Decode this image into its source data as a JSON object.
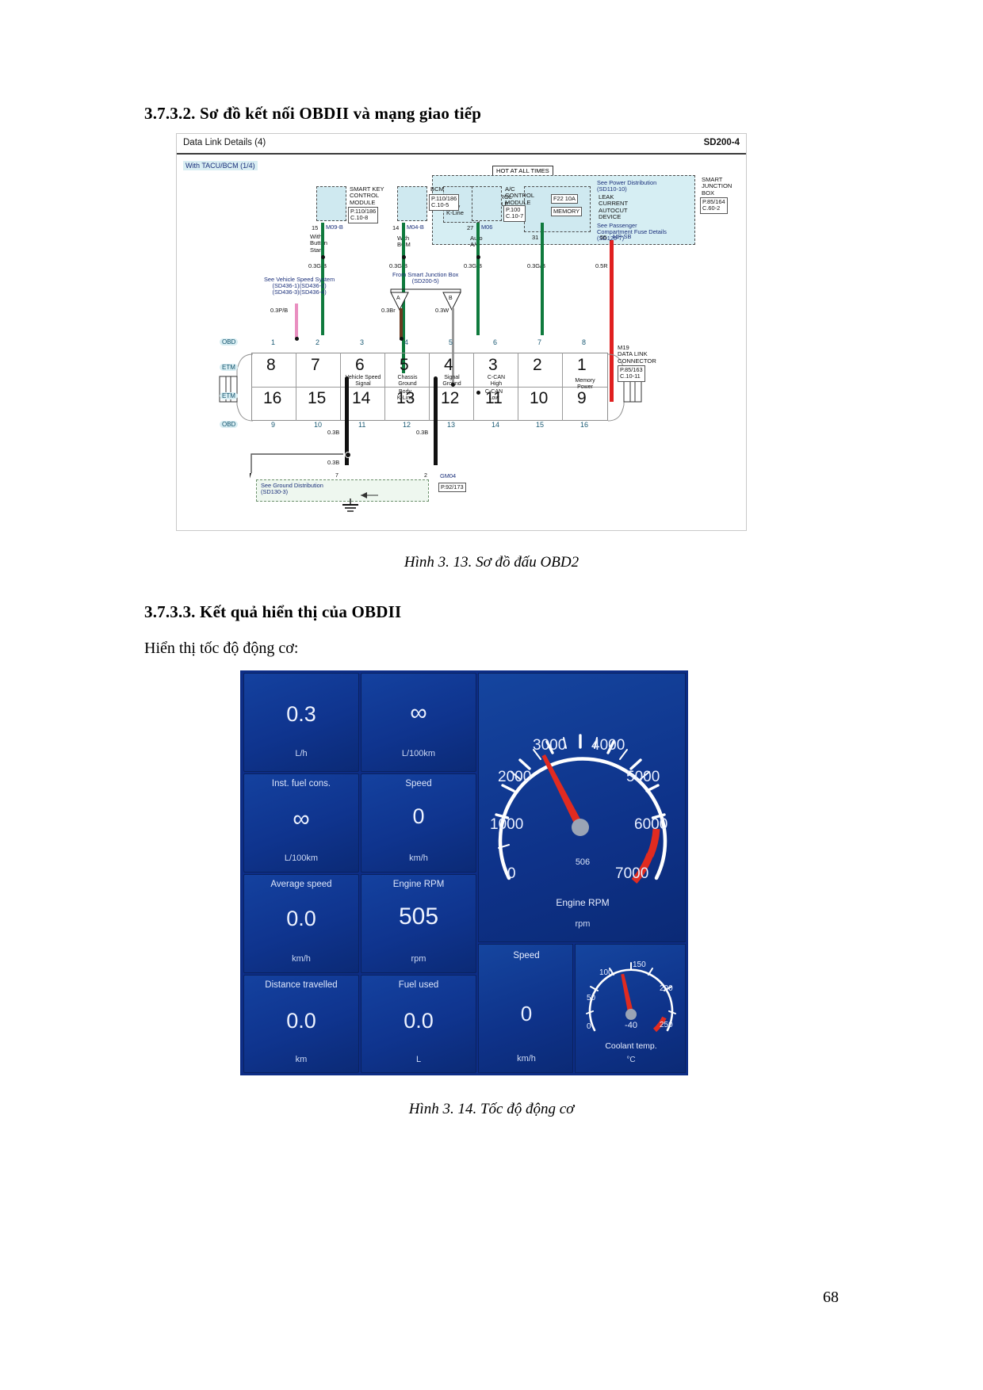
{
  "document": {
    "page_number": "68",
    "heading_1": "3.7.3.2. Sơ đồ kết nối OBDII và mạng giao tiếp",
    "heading_2": "3.7.3.3. Kết quả hiển thị của OBDII",
    "intro_line": "Hiển thị tốc độ động cơ:",
    "caption_1": "Hình 3. 13. Sơ đồ đấu OBD2",
    "caption_2": "Hình 3. 14. Tốc độ động cơ"
  },
  "wiring_diagram": {
    "title": "Data Link Details (4)",
    "sheet_code": "SD200-4",
    "sheet_label": "With TACU/BCM (1/4)",
    "hot_label": "HOT AT ALL TIMES",
    "modules": [
      {
        "name": "SMART KEY\nCONTROL\nMODULE",
        "code": "P.110/186\nC.10-8",
        "pin": "15",
        "connector": "M09-B",
        "note": "With\nButton\nStart",
        "wire": "0.3G/B"
      },
      {
        "name": "BCM",
        "code": "P.110/186\nC.10-5",
        "pin": "14",
        "connector": "M04-B",
        "note": "With\nBCM",
        "wire": "0.3G/B"
      },
      {
        "name": "A/C\nCONTROL\nMODULE",
        "code": "P.100\nC.10-7",
        "pin": "27",
        "connector": "M06",
        "note": "Auto\nA/C",
        "wire": "0.3G/B"
      }
    ],
    "ips_module": {
      "name": "IPS\nCONTROL\nMODULE",
      "body_k_line": "Body\nK-Line",
      "pin": "31",
      "wire": "0.3G/B"
    },
    "sjb": {
      "name": "SMART\nJUNCTION\nBOX",
      "code": "P.85/164\nC.60-2"
    },
    "power_distribution": "See Power Distribution\n(SD110-10)",
    "fuse": {
      "id": "F22 10A",
      "name": "MEMORY"
    },
    "leak_device": "LEAK\nCURRENT\nAUTOCUT\nDEVICE",
    "passenger_fuse": "See Passenger\nCompartment Fuse Details\n(SD120-7)",
    "sjb_pin": "55",
    "sjb_connector": "MP-SB",
    "sjb_wire": "0.5R",
    "vehicle_speed_ref": "See Vehicle Speed System\n(SD436-1)(SD436-2)\n(SD436-3)(SD436-4)",
    "vehicle_speed_wire": "0.3P/B",
    "smart_junction_ref": "From Smart Junction Box\n(SD200-5)",
    "junction_a": "A",
    "junction_b": "B",
    "junction_a_wire": "0.3Br",
    "junction_b_wire": "0.3W",
    "chassis_wire": "0.3G/B",
    "dlc": {
      "name": "M19\nDATA LINK\nCONNECTOR",
      "code": "P.85/163\nC.10-11"
    },
    "ground": {
      "ref": "See Ground Distribution\n(SD130-3)",
      "wire_left": "0.3B",
      "wire_mid": "0.3B",
      "wire_right": "0.3B",
      "pin_left": "7",
      "pin_right": "2",
      "connector": "GM04",
      "code": "P.92/173"
    },
    "row_tag_obd": "OBD",
    "row_tag_etm": "ETM",
    "top_obd_numbers": [
      "1",
      "2",
      "3",
      "4",
      "5",
      "6",
      "7",
      "8"
    ],
    "top_etm_numbers": [
      "8",
      "7",
      "6",
      "5",
      "4",
      "3",
      "2",
      "1"
    ],
    "top_pin_functions": [
      "",
      "",
      "Vehicle Speed\nSignal",
      "Chassis\nGround",
      "Signal\nGround",
      "C-CAN\nHigh",
      "",
      "Memory\nPower"
    ],
    "bottom_etm_numbers": [
      "16",
      "15",
      "14",
      "13",
      "12",
      "11",
      "10",
      "9"
    ],
    "bottom_obd_numbers": [
      "9",
      "10",
      "11",
      "12",
      "13",
      "14",
      "15",
      "16"
    ],
    "bottom_pin_functions": [
      "",
      "",
      "",
      "Body\nK-Line",
      "",
      "C-CAN\nLow",
      "",
      ""
    ]
  },
  "obd_app": {
    "tiles": [
      {
        "value": "0.3",
        "unit": "L/h",
        "name": "Inst. fuel cons."
      },
      {
        "value": "∞",
        "unit": "L/100km",
        "name": "Speed"
      },
      {
        "value": "∞",
        "unit": "L/100km",
        "name": "Average speed"
      },
      {
        "value": "0",
        "unit": "km/h",
        "name": "Engine RPM"
      },
      {
        "value": "0.0",
        "unit": "km/h",
        "name": "Distance travelled"
      },
      {
        "value": "505",
        "unit": "rpm",
        "name": "Fuel used"
      },
      {
        "value": "0.0",
        "unit": "km",
        "name": ""
      },
      {
        "value": "0.0",
        "unit": "L",
        "name": ""
      }
    ],
    "rpm_gauge": {
      "name": "Engine RPM",
      "unit": "rpm",
      "value": "506",
      "ticks": [
        "0",
        "1000",
        "2000",
        "3000",
        "4000",
        "5000",
        "6000",
        "7000"
      ],
      "redline_start": "6000",
      "max": "7000",
      "accent": "#e02b20"
    },
    "speed_panel": {
      "name": "Speed",
      "value": "0",
      "unit": "km/h"
    },
    "coolant_gauge": {
      "name": "Coolant temp.",
      "unit": "°C",
      "value": "-40",
      "ticks": [
        "0",
        "50",
        "100",
        "150",
        "200",
        "250"
      ],
      "accent": "#e02b20"
    },
    "background": "#0d2d86"
  }
}
